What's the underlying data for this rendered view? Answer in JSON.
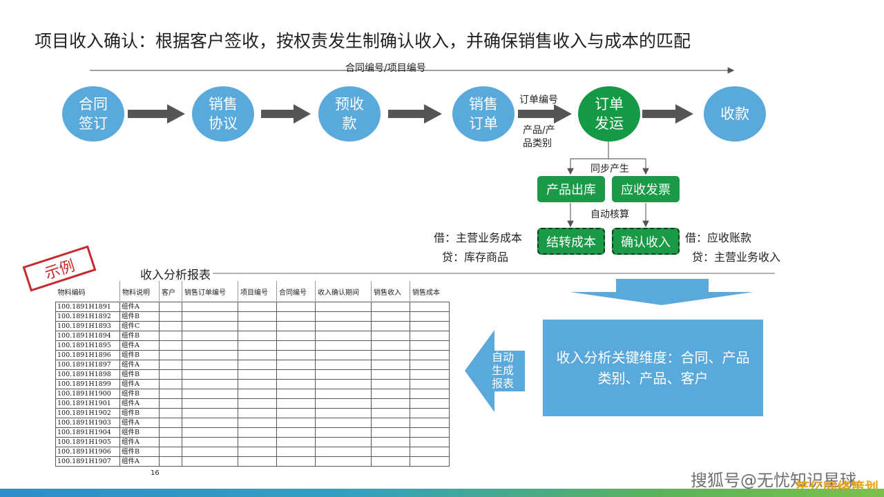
{
  "title": "项目收入确认：根据客户签收，按权责发生制确认收入，并确保销售收入与成本的匹配",
  "top_axis_label": "合同编号/项目编号",
  "flow_nodes": [
    {
      "label": "合同\n签订"
    },
    {
      "label": "销售\n协议"
    },
    {
      "label": "预收\n款"
    },
    {
      "label": "销售\n订单"
    },
    {
      "label": "订单\n发运"
    },
    {
      "label": "收款"
    }
  ],
  "arrow_labels": {
    "order_no": "订单编号",
    "product": "产品/产\n品类别"
  },
  "sync_label": "同步产生",
  "boxes": {
    "outbound": "产品出库",
    "invoice": "应收发票",
    "carry_cost": "结转成本",
    "confirm_revenue": "确认收入"
  },
  "auto_calc_label": "自动核算",
  "entries_left": {
    "debit": "借：主营业务成本",
    "credit": "贷：库存商品"
  },
  "entries_right": {
    "debit": "借：应收账款",
    "credit": "贷：主营业务收入"
  },
  "stamp": "示例",
  "report_title": "收入分析报表",
  "table": {
    "headers": [
      "物料编码",
      "物料说明",
      "客户",
      "销售订单编号",
      "项目编号",
      "合同编号",
      "收入确认期间",
      "销售收入",
      "销售成本"
    ],
    "rows": [
      [
        "100.1891H1891",
        "组件A"
      ],
      [
        "100.1891H1892",
        "组件B"
      ],
      [
        "100.1891H1893",
        "组件C"
      ],
      [
        "100.1891H1894",
        "组件B"
      ],
      [
        "100.1891H1895",
        "组件A"
      ],
      [
        "100.1891H1896",
        "组件B"
      ],
      [
        "100.1891H1897",
        "组件A"
      ],
      [
        "100.1891H1898",
        "组件B"
      ],
      [
        "100.1891H1899",
        "组件A"
      ],
      [
        "100.1891H1900",
        "组件B"
      ],
      [
        "100.1891H1901",
        "组件A"
      ],
      [
        "100.1891H1902",
        "组件B"
      ],
      [
        "100.1891H1903",
        "组件A"
      ],
      [
        "100.1891H1904",
        "组件B"
      ],
      [
        "100.1891H1905",
        "组件A"
      ],
      [
        "100.1891H1906",
        "组件B"
      ],
      [
        "100.1891H1907",
        "组件A"
      ]
    ]
  },
  "page_number": "16",
  "auto_generate_label": "自动\n生成\n报表",
  "key_dimensions": "收入分析关键维度：合同、产品类别、产品、客户",
  "watermark": "搜狐号@无忧知识星球",
  "watermark2": "笙亿网络策划",
  "colors": {
    "circle_blue": "#5aa9dc",
    "green": "#1a9a46",
    "stamp_red": "#c8282b",
    "arrow_gray": "#555555"
  }
}
